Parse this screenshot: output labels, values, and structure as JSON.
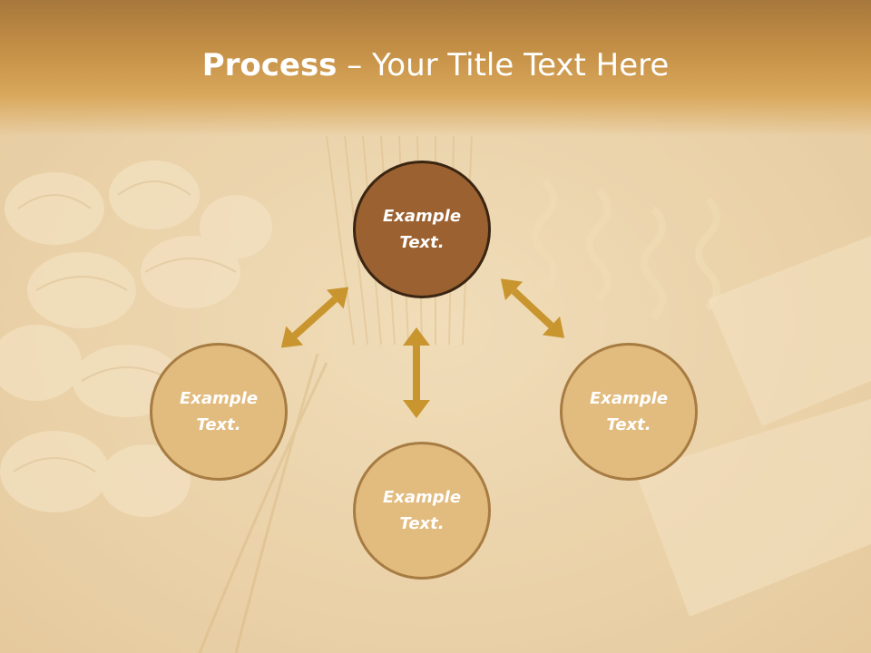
{
  "slide": {
    "title_bold": "Process",
    "title_rest": " – Your Title Text Here"
  },
  "diagram": {
    "center": {
      "label": "Example\nText."
    },
    "left": {
      "label": "Example\nText."
    },
    "bottom": {
      "label": "Example\nText."
    },
    "right": {
      "label": "Example\nText."
    }
  },
  "colors": {
    "title_band": "#c38e45",
    "center_fill": "#9b6130",
    "outer_fill": "#e2bb7e",
    "arrow": "#c9952e"
  }
}
